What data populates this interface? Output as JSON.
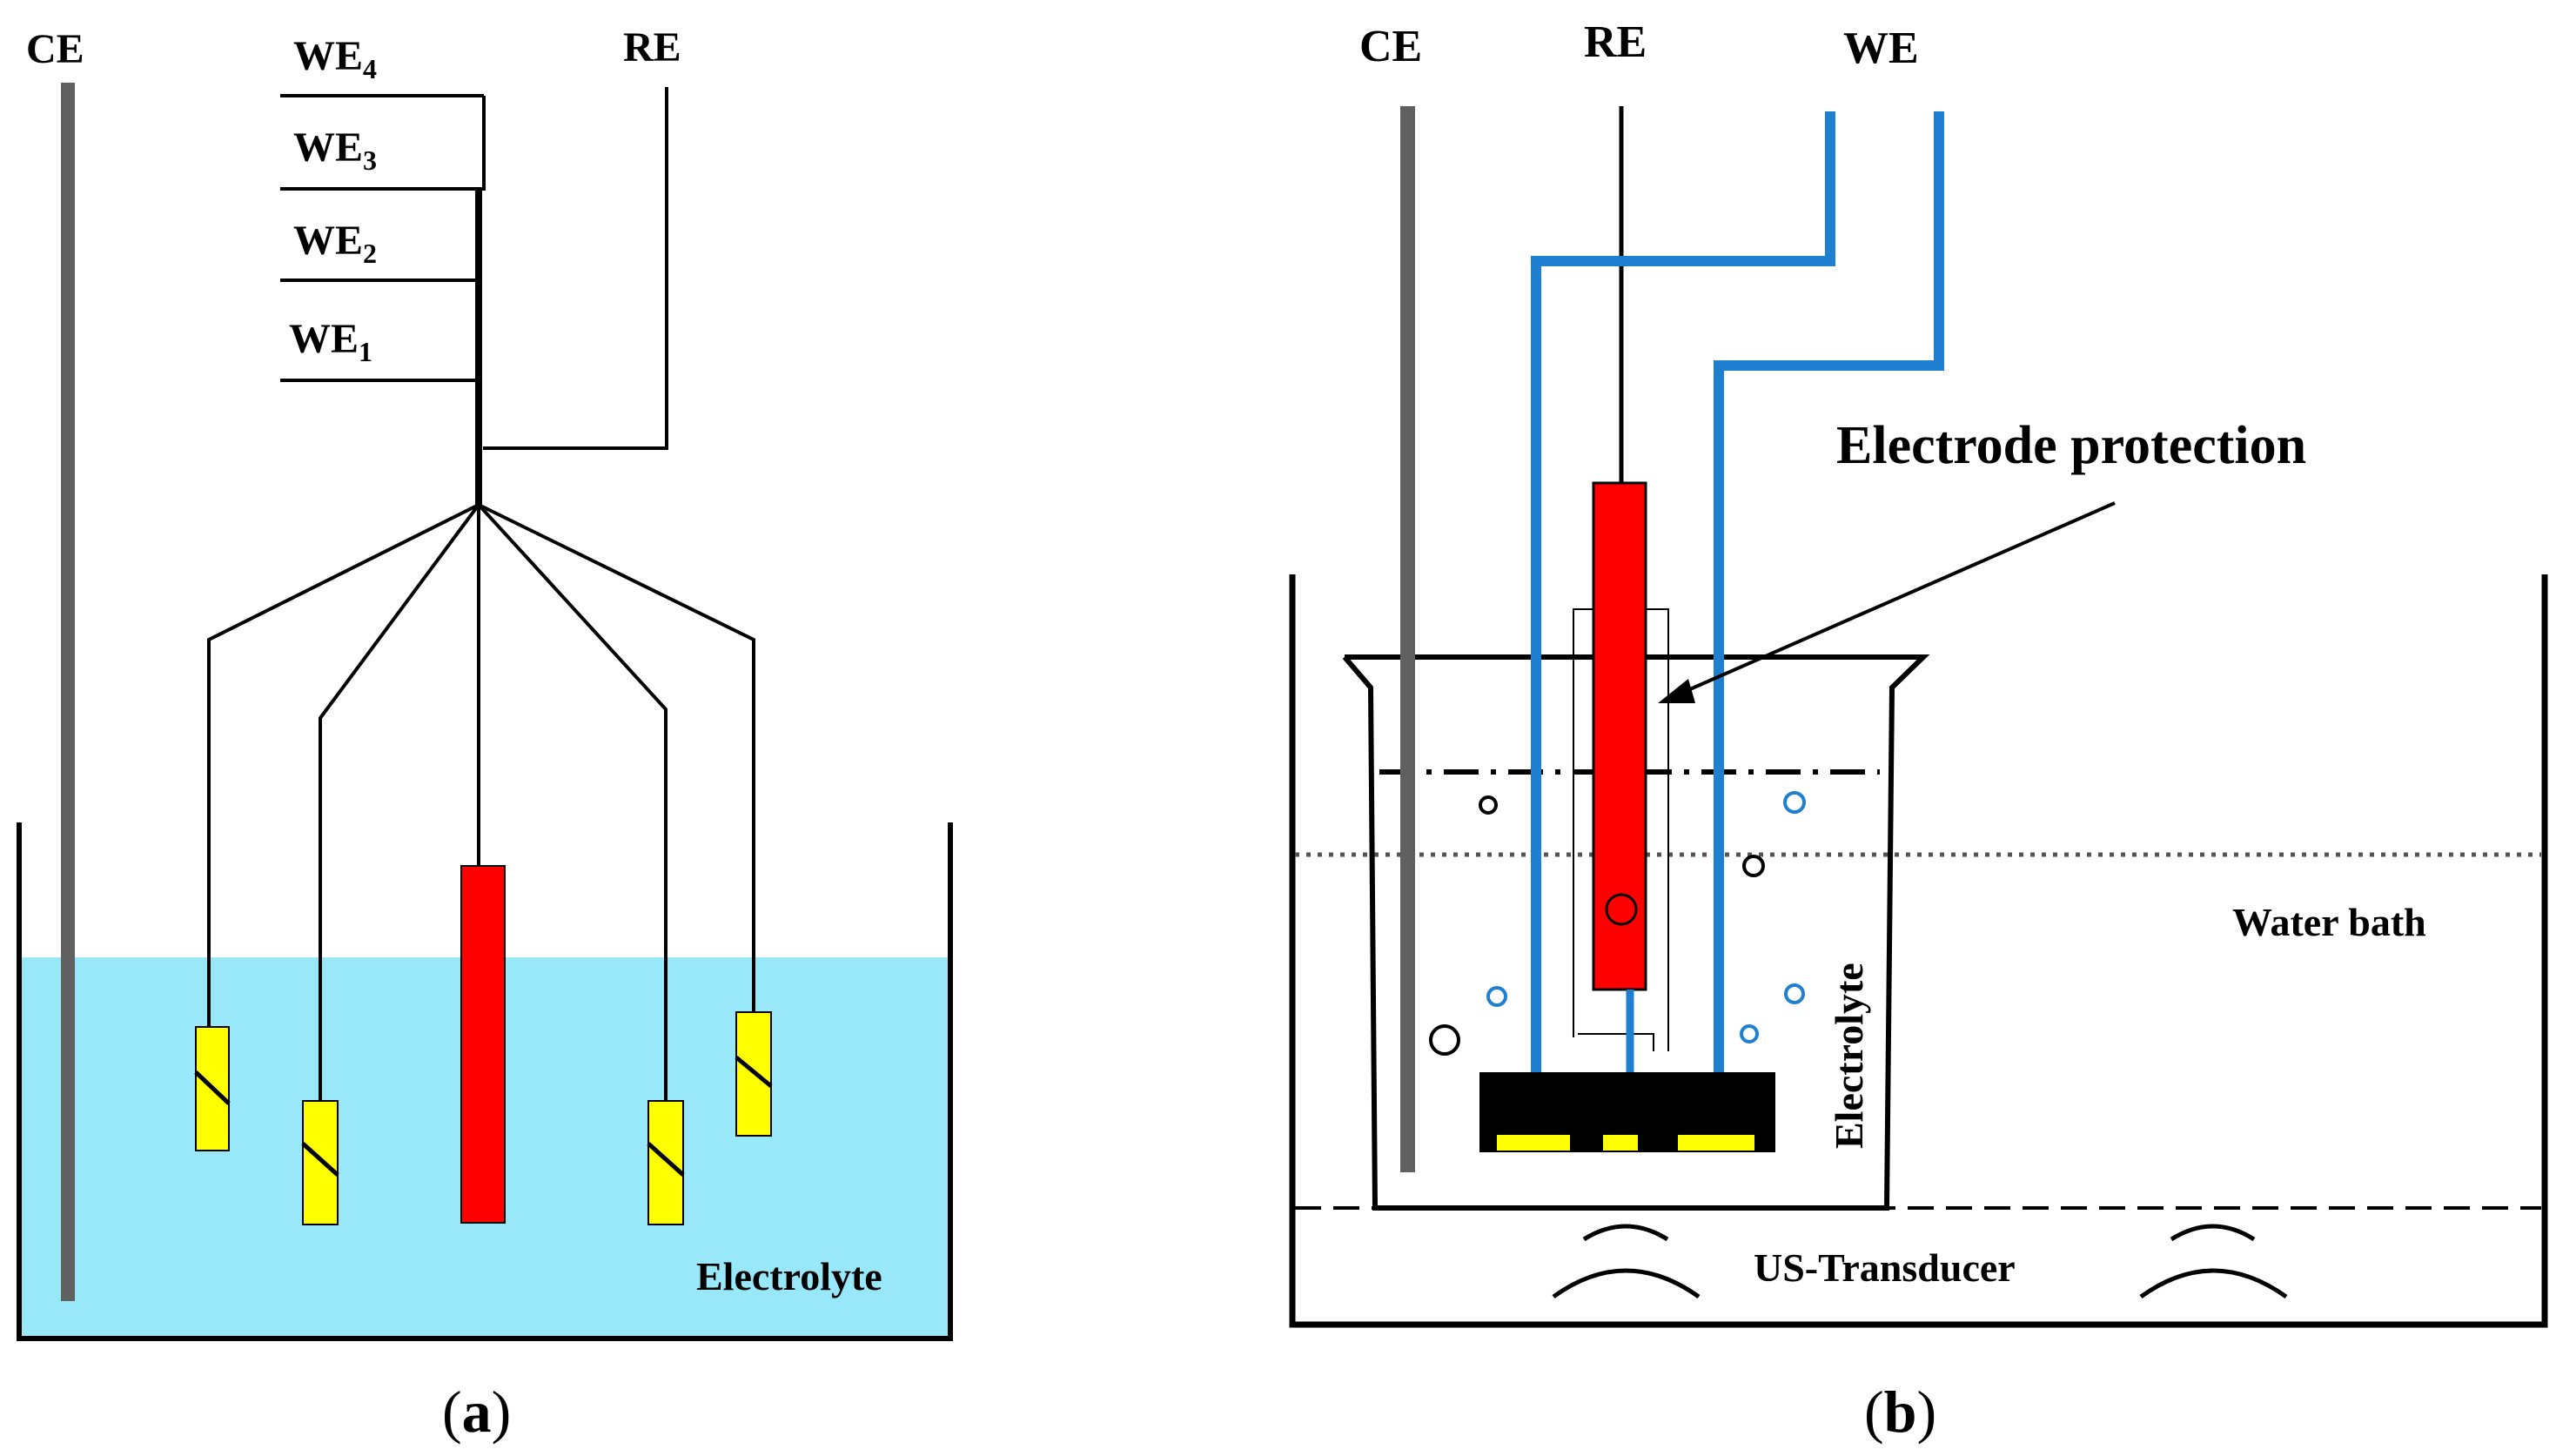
{
  "panel_a": {
    "ce_label": "CE",
    "re_label": "RE",
    "we_labels": [
      {
        "base": "WE",
        "sub": "4"
      },
      {
        "base": "WE",
        "sub": "3"
      },
      {
        "base": "WE",
        "sub": "2"
      },
      {
        "base": "WE",
        "sub": "1"
      }
    ],
    "electrolyte_label": "Electrolyte",
    "caption": {
      "open": "(",
      "letter": "a",
      "close": ")"
    }
  },
  "panel_b": {
    "ce_label": "CE",
    "re_label": "RE",
    "we_label": "WE",
    "protection_label": "Electrode protection",
    "water_bath_label": "Water bath",
    "electrolyte_label": "Electrolyte",
    "transducer_label": "US-Transducer",
    "caption": {
      "open": "(",
      "letter": "b",
      "close": ")"
    }
  },
  "colors": {
    "electrolyte_fill": "#99e8fa",
    "reference_electrode": "#ff0000",
    "working_electrode": "#ffff00",
    "counter_electrode": "#606060",
    "we_wire_blue": "#1f7fd0"
  }
}
